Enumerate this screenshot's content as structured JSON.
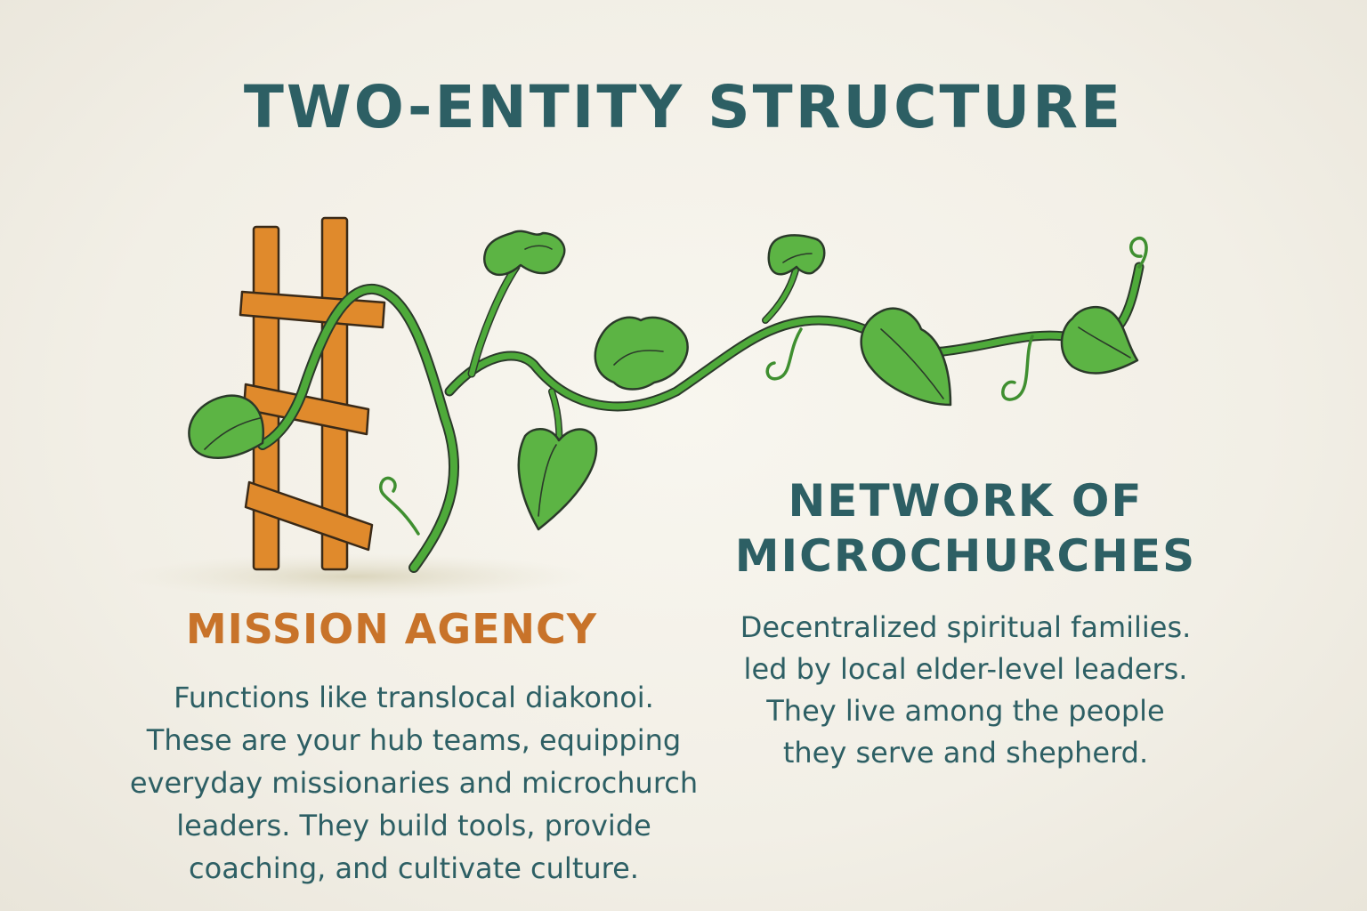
{
  "title": "TWO-ENTITY STRUCTURE",
  "left": {
    "heading": "MISSION AGENCY",
    "heading_color": "#c8732a",
    "body_lines": [
      "Functions like translocal diakonoi.",
      "These are your hub teams, equipping",
      "everyday missionaries and microchurch",
      "leaders. They build tools, provide",
      "coaching, and cultivate culture."
    ]
  },
  "right": {
    "heading_lines": [
      "NETWORK OF",
      "MICROCHURCHES"
    ],
    "heading_color": "#2d5f64",
    "body_lines": [
      "Decentralized spiritual families.",
      "led by local elder-level leaders.",
      "They live among the people",
      "they serve and shepherd."
    ]
  },
  "illustration": {
    "trellis_color": "#e08a2c",
    "vine_color": "#4eaa3a",
    "leaf_color": "#5cb444",
    "outline_color": "#2b3a2a"
  }
}
